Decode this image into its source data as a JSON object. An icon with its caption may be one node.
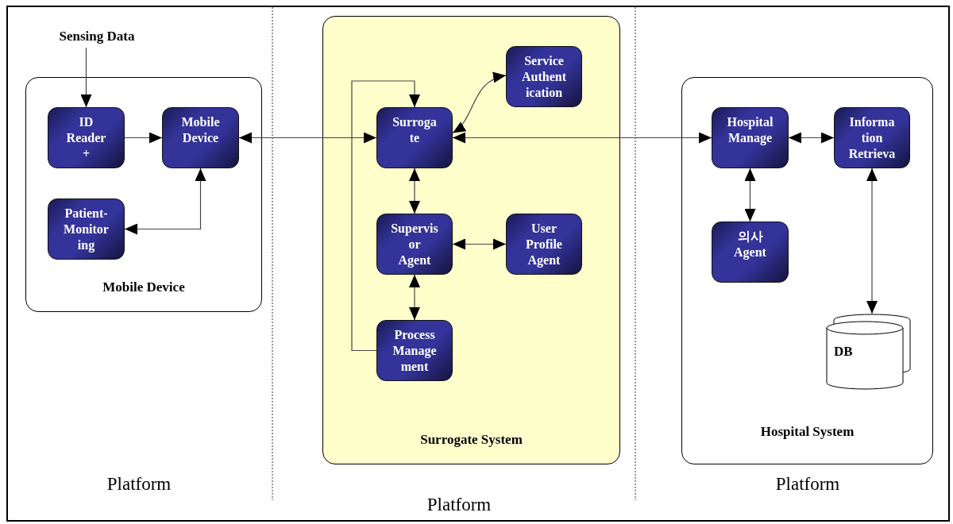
{
  "diagram": {
    "nodes": [
      {
        "text": [
          "Mobile Device"
        ]
      },
      {
        "text": [
          "Sensing Data"
        ]
      },
      {
        "text": [
          "ID Reader +"
        ],
        "in": 0
      },
      {
        "text": [
          "Mobile Device"
        ],
        "in": 0
      },
      {
        "text": [
          "Patient- Monitor ing"
        ],
        "in": 0
      },
      {
        "text": [
          "Surrogate System"
        ]
      },
      {
        "text": [
          "Surroga te"
        ],
        "in": 5
      },
      {
        "text": [
          "Service Authent ication"
        ],
        "in": 5
      },
      {
        "text": [
          "Supervis or Agent"
        ],
        "in": 5
      },
      {
        "text": [
          "User Profile Agent"
        ],
        "in": 5
      },
      {
        "text": [
          "Process Manage ment"
        ],
        "in": 5
      },
      {
        "text": [
          "Hospital System"
        ]
      },
      {
        "text": [
          "Hospital Manage"
        ],
        "in": 11
      },
      {
        "text": [
          "Informa tion Retrieva"
        ],
        "in": 11
      },
      {
        "text": [
          "의사 Agent"
        ],
        "in": 11
      },
      {
        "text": [
          "DB"
        ],
        "in": 11
      }
    ],
    "edges": [
      {
        "from": 1,
        "to": 2,
        "arrow": "to"
      },
      {
        "from": 2,
        "to": 3,
        "arrow": "to"
      },
      {
        "from": 3,
        "to": 4,
        "arrow": "both"
      },
      {
        "from": 3,
        "to": 6,
        "arrow": "both"
      },
      {
        "from": 6,
        "to": 7,
        "arrow": "both"
      },
      {
        "from": 6,
        "to": 12,
        "arrow": "both"
      },
      {
        "from": 6,
        "to": 8,
        "arrow": "both"
      },
      {
        "from": 8,
        "to": 9,
        "arrow": "both"
      },
      {
        "from": 8,
        "to": 10,
        "arrow": "both"
      },
      {
        "from": 10,
        "to": 6,
        "arrow": "to"
      },
      {
        "from": 12,
        "to": 13,
        "arrow": "both"
      },
      {
        "from": 12,
        "to": 14,
        "arrow": "both"
      },
      {
        "from": 13,
        "to": 15,
        "arrow": "both"
      }
    ],
    "labels": [
      "Platform",
      "Platform",
      "Platform"
    ]
  }
}
